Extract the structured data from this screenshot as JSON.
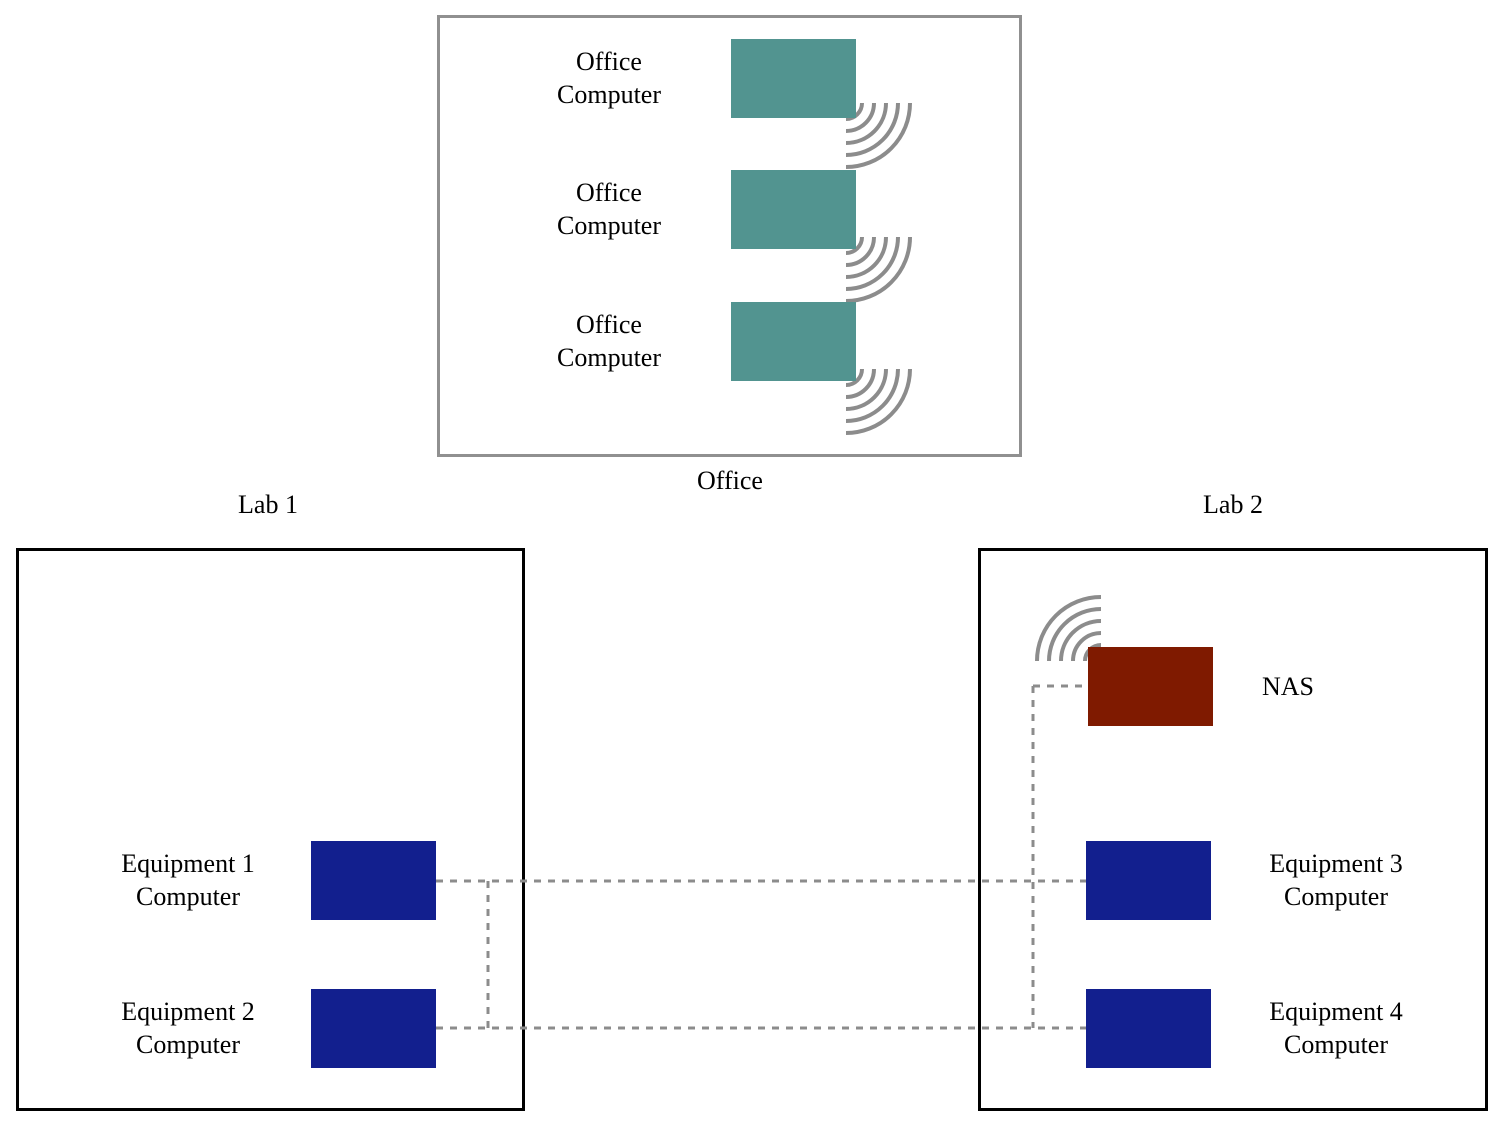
{
  "colors": {
    "office_computer": "#529490",
    "equipment_computer": "#121F8E",
    "nas": "#7F1A00",
    "office_border": "#909090",
    "lab_border": "#000000",
    "link": "#8C8C8C",
    "wifi": "#8C8C8C"
  },
  "rooms": {
    "office": {
      "label": "Office"
    },
    "lab1": {
      "label": "Lab 1"
    },
    "lab2": {
      "label": "Lab 2"
    }
  },
  "office": {
    "computers": [
      {
        "line1": "Office",
        "line2": "Computer",
        "icon": "wifi-icon"
      },
      {
        "line1": "Office",
        "line2": "Computer",
        "icon": "wifi-icon"
      },
      {
        "line1": "Office",
        "line2": "Computer",
        "icon": "wifi-icon"
      }
    ]
  },
  "lab1": {
    "equipment": [
      {
        "line1": "Equipment 1",
        "line2": "Computer"
      },
      {
        "line1": "Equipment 2",
        "line2": "Computer"
      }
    ]
  },
  "lab2": {
    "nas": {
      "label": "NAS",
      "icon": "wifi-icon"
    },
    "equipment": [
      {
        "line1": "Equipment 3",
        "line2": "Computer"
      },
      {
        "line1": "Equipment 4",
        "line2": "Computer"
      }
    ]
  }
}
